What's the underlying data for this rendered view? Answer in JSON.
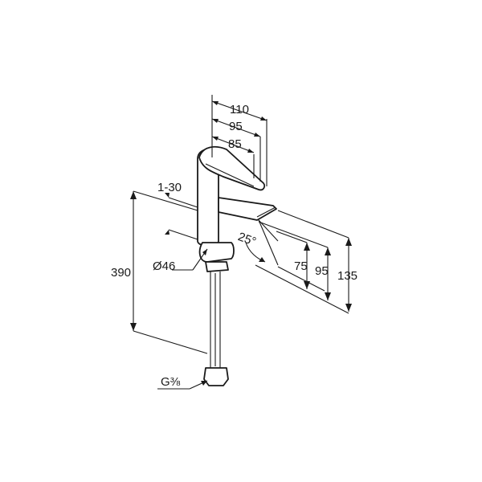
{
  "diagram": {
    "dimensions": {
      "top_110": "110",
      "top_95": "95",
      "top_85": "85",
      "offset": "1-30",
      "height_390": "390",
      "diameter": "Ø46",
      "angle": "25°",
      "right_75": "75",
      "right_95": "95",
      "right_135": "135",
      "thread": "G⅜"
    }
  }
}
